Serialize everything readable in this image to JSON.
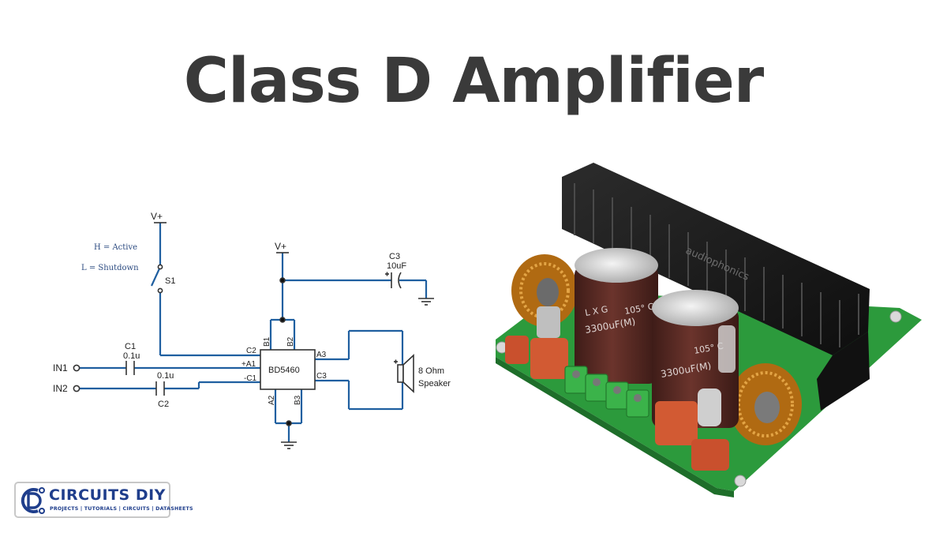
{
  "title": "Class D Amplifier",
  "colors": {
    "title": "#3a3a3a",
    "wire": "#1f5fa0",
    "label": "#1e3d6e",
    "pcb": "#2c9a3c",
    "heatsink": "#1c1c1c",
    "capacitor": "#5a2b25",
    "film_cap": "#c9502d",
    "terminal": "#3bb34a",
    "toroid": "#c47f1a",
    "logo_blue": "#1f3e8c"
  },
  "schematic": {
    "supply_switch_label": "V+",
    "supply_ic_label": "V+",
    "mode_active": "H = Active",
    "mode_shutdown": "L = Shutdown",
    "switch_ref": "S1",
    "ic_name": "BD5460",
    "pins": {
      "c2": "C2",
      "a1": "+A1",
      "c1": "-C1",
      "b1": "B1",
      "b2": "B2",
      "a2": "A2",
      "b3": "B3",
      "a3": "A3",
      "c3": "C3"
    },
    "inputs": {
      "in1": "IN1",
      "in2": "IN2"
    },
    "cap_c1_ref": "C1",
    "cap_c1_value": "0.1u",
    "cap_c2_ref": "C2",
    "cap_c2_value": "0.1u",
    "cap_c3_ref": "C3",
    "cap_c3_value": "10uF",
    "speaker_line1": "8 Ohm",
    "speaker_line2": "Speaker"
  },
  "board": {
    "heatsink_brand": "audiophonics",
    "cap_value": "3300uF(M)",
    "cap_temp": "105° C",
    "cap_series": "L X G"
  },
  "logo": {
    "name": "CIRCUITS DIY",
    "tagline": "PROJECTS | TUTORIALS | CIRCUITS | DATASHEETS"
  }
}
